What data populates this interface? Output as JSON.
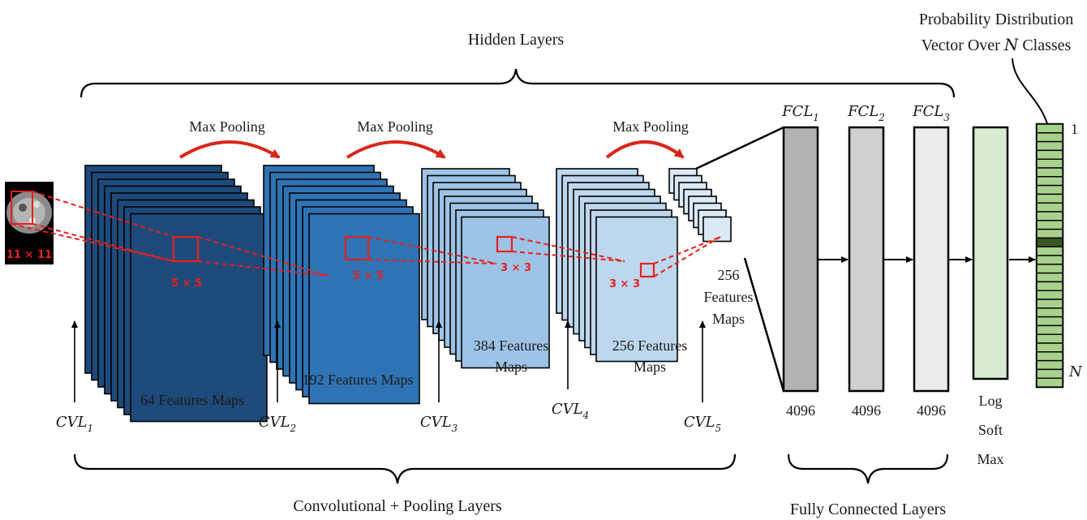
{
  "title_hidden": "Hidden Layers",
  "title_conv": "Convolutional + Pooling Layers",
  "title_fc": "Fully Connected Layers",
  "prob_line1": "Probability Distribution",
  "prob_line2_pre": "Vector Over",
  "prob_line2_var": "N",
  "prob_line2_post": "Classes",
  "input_kernel": "11 × 11",
  "max_pooling": [
    "Max Pooling",
    "Max Pooling",
    "Max Pooling"
  ],
  "kernels": [
    "5 × 5",
    "5 × 5",
    "3 × 3",
    "3 × 3"
  ],
  "feature_labels": {
    "fm1": [
      "64 Features Maps"
    ],
    "fm2": [
      "192 Features Maps"
    ],
    "fm3": [
      "384 Features",
      "Maps"
    ],
    "fm4": [
      "256 Features",
      "Maps"
    ],
    "fm5": [
      "256",
      "Features",
      "Maps"
    ]
  },
  "cvl": [
    {
      "base": "CVL",
      "sub": "1"
    },
    {
      "base": "CVL",
      "sub": "2"
    },
    {
      "base": "CVL",
      "sub": "3"
    },
    {
      "base": "CVL",
      "sub": "4"
    },
    {
      "base": "CVL",
      "sub": "5"
    }
  ],
  "fcl": [
    {
      "base": "FCL",
      "sub": "1",
      "size": "4096"
    },
    {
      "base": "FCL",
      "sub": "2",
      "size": "4096"
    },
    {
      "base": "FCL",
      "sub": "3",
      "size": "4096"
    }
  ],
  "logsoftmax": [
    "Log",
    "Soft",
    "Max"
  ],
  "output_top": "1",
  "output_bottom": "N",
  "colors": {
    "cvl1": "#1d4a7a",
    "cvl2": "#2e74b5",
    "cvl3": "#9dc3e6",
    "cvl4": "#bdd7ee",
    "cvl5": "#dbe9f6",
    "fcl1": "#b3b3b3",
    "fcl2": "#d0d0d0",
    "fcl3": "#ececec",
    "softmax": "#d9ead3",
    "output": "#a9d18e",
    "output_active": "#375623",
    "kernel": "#e8201e"
  }
}
